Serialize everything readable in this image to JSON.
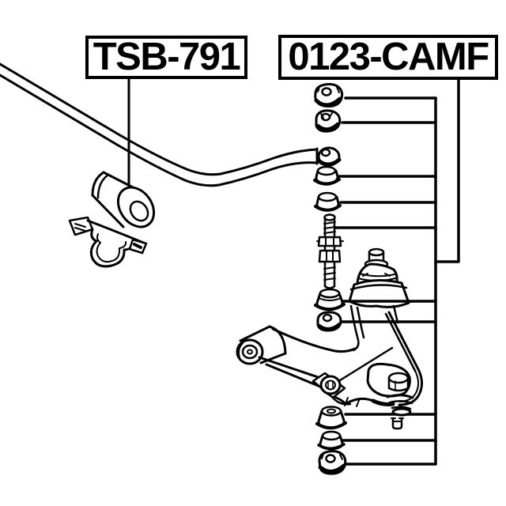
{
  "page": {
    "background": "#ffffff",
    "ink": "#000000"
  },
  "callout_boxes": {
    "bushing": {
      "label": "TSB-791"
    },
    "link": {
      "label": "0123-CAMF"
    }
  },
  "diagram": {
    "type": "exploded-parts-diagram",
    "parts": [
      "stabilizer-bar",
      "stabilizer-bushing",
      "stabilizer-bracket",
      "bar-end-bushing",
      "flange-nut-top",
      "nut-upper",
      "cushion-washer-1",
      "cushion-washer-2",
      "stabilizer-link-stud",
      "cushion-washer-3",
      "nut-lower",
      "ball-joint",
      "control-arm",
      "cushion-washer-4",
      "cushion-washer-5",
      "flange-nut-bottom",
      "retainer-clip"
    ]
  }
}
